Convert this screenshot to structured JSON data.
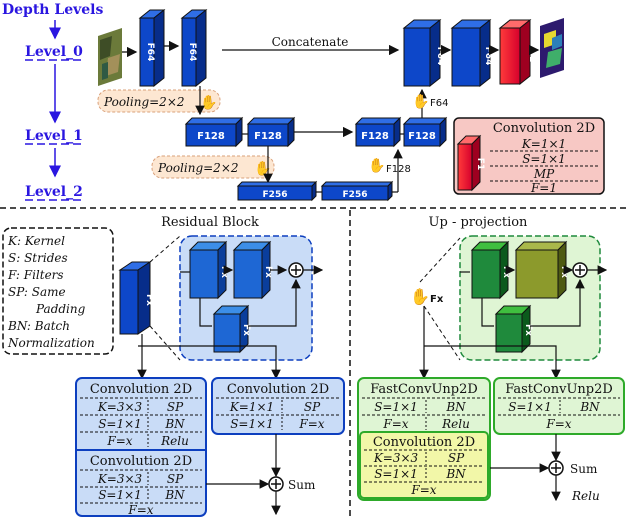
{
  "levels": {
    "header": "Depth Levels",
    "level0": "Level_0",
    "level1": "Level_1",
    "level2": "Level_2"
  },
  "encoder": {
    "level0_blocks": [
      "F64",
      "F64"
    ],
    "level1_blocks": [
      "F128",
      "F128"
    ],
    "level2_blocks": [
      "F256",
      "F256"
    ],
    "pooling_label": "Pooling=2×2"
  },
  "concatenate_label": "Concatenate",
  "decoder": {
    "level0_blocks": [
      "F64",
      "F64"
    ],
    "final_block": "F1",
    "level1_blocks": [
      "F128",
      "F128"
    ],
    "upproj_level0_label": "F64",
    "upproj_level1_label": "F128"
  },
  "conv_legend": {
    "title": "Convolution 2D",
    "block_label": "F1",
    "rows": [
      "K=1×1",
      "S=1×1",
      "MP",
      "F=1"
    ]
  },
  "abbreviations": [
    "K: Kernel",
    "S: Strides",
    "F: Filters",
    "SP: Same",
    "Padding",
    "BN: Batch",
    "Normalization"
  ],
  "residual": {
    "title": "Residual Block",
    "input_block": "Fx",
    "inner_block": "Fx",
    "conv_a": {
      "title": "Convolution 2D",
      "rows": [
        [
          "K=3×3",
          "SP"
        ],
        [
          "S=1×1",
          "BN"
        ],
        [
          "F=x",
          "Relu"
        ]
      ]
    },
    "conv_b": {
      "title": "Convolution 2D",
      "rows": [
        [
          "K=3×3",
          "SP"
        ],
        [
          "S=1×1",
          "BN"
        ]
      ],
      "footer": "F=x"
    },
    "conv_c": {
      "title": "Convolution 2D",
      "rows": [
        [
          "K=1×1",
          "SP"
        ],
        [
          "S=1×1",
          "F=x"
        ]
      ]
    },
    "sum_label": "Sum"
  },
  "upprojection": {
    "title": "Up - projection",
    "input_label": "Fx",
    "inner_block": "Fx",
    "fastconv_a": {
      "title": "FastConvUnp2D",
      "rows": [
        [
          "S=1×1",
          "BN"
        ],
        [
          "F=x",
          "Relu"
        ]
      ]
    },
    "conv": {
      "title": "Convolution 2D",
      "rows": [
        [
          "K=3×3",
          "SP"
        ],
        [
          "S=1×1",
          "BN"
        ]
      ],
      "footer": "F=x"
    },
    "fastconv_b": {
      "title": "FastConvUnp2D",
      "rows": [
        [
          "S=1×1",
          "BN"
        ]
      ],
      "footer": "F=x"
    },
    "sum_label": "Sum",
    "relu_label": "Relu"
  },
  "colors": {
    "level_text": "#2a16e0",
    "encoder_block": "#0d47c9",
    "residual_bg": "#c9dcf7",
    "upproj_bg": "#dff5d4",
    "conv_legend_bg": "#f7c8c4",
    "final_block": "#e8163b",
    "pooling_bg": "#fde7d2"
  }
}
